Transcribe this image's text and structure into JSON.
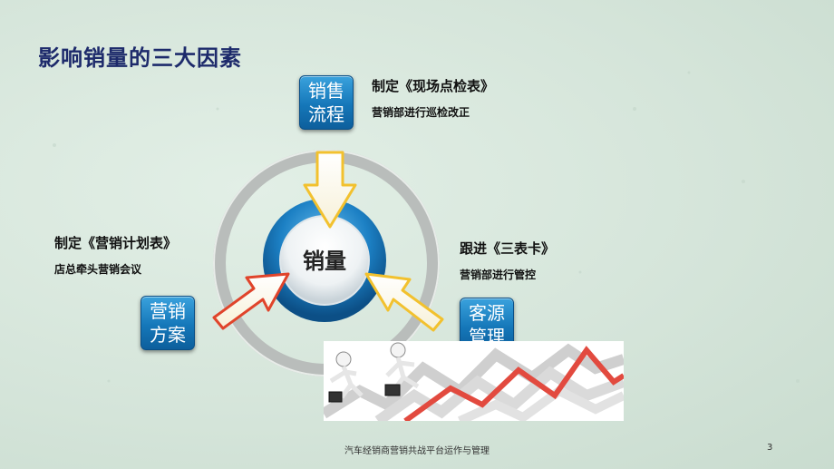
{
  "title": "影响销量的三大因素",
  "center": {
    "label": "销量"
  },
  "boxes": {
    "top": {
      "line1": "销售",
      "line2": "流程"
    },
    "left": {
      "line1": "营销",
      "line2": "方案"
    },
    "right": {
      "line1": "客源",
      "line2": "管理"
    }
  },
  "notes": {
    "top": {
      "heading": "制定《现场点检表》",
      "sub": "营销部进行巡检改正"
    },
    "left": {
      "heading": "制定《营销计划表》",
      "sub": "店总牵头营销会议"
    },
    "right": {
      "heading": "跟进《三表卡》",
      "sub": "营销部进行管控"
    }
  },
  "footer": {
    "text": "汽车经销商营销共战平台运作与管理",
    "page": "3"
  },
  "colors": {
    "box_blue": "#1577b9",
    "title": "#1d2a6b",
    "arrow_yellow": "#f2c12e",
    "arrow_red": "#e0442b"
  }
}
